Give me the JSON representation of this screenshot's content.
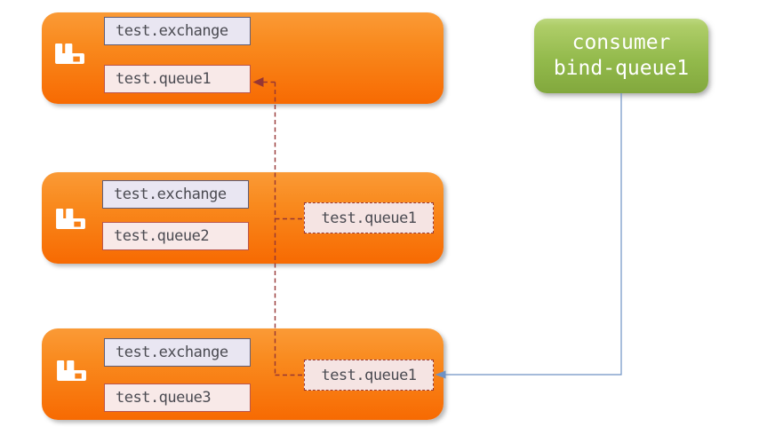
{
  "diagram": {
    "brokers": [
      {
        "exchange": "test.exchange",
        "queue": "test.queue1"
      },
      {
        "exchange": "test.exchange",
        "queue": "test.queue2"
      },
      {
        "exchange": "test.exchange",
        "queue": "test.queue3"
      }
    ],
    "ghost_queues": [
      {
        "label": "test.queue1"
      },
      {
        "label": "test.queue1"
      }
    ],
    "consumer": {
      "line1": "consumer",
      "line2": "bind-queue1"
    },
    "icons": [
      "rabbitmq-icon",
      "rabbitmq-icon",
      "rabbitmq-icon"
    ]
  },
  "colors": {
    "orange_top": "#fa9a36",
    "orange_bottom": "#f76a02",
    "green_top": "#aecd68",
    "green_bottom": "#82a83d",
    "exchange_fill": "#e9e6f2",
    "exchange_border": "#5f5e79",
    "queue_fill": "#f8e9e8",
    "queue_border": "#b9564d",
    "ghost_fill": "#f5e4e3",
    "arrow_red": "#963634",
    "arrow_blue": "#6f92c4",
    "label_text": "#4b4b52",
    "consumer_text": "#ffffff"
  }
}
